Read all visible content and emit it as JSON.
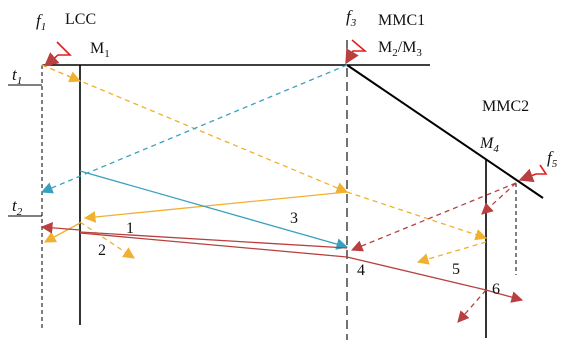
{
  "labels": {
    "lcc": "LCC",
    "mmc1": "MMC1",
    "mmc2": "MMC2",
    "m1_main": "M",
    "m1_sub": "1",
    "m23": "M",
    "m23_sub_a": "2",
    "m23_sep": "/M",
    "m23_sub_b": "3",
    "m4_main": "M",
    "m4_sub": "4",
    "f1_main": "f",
    "f1_sub": "1",
    "f3_main": "f",
    "f3_sub": "3",
    "f5_main": "f",
    "f5_sub": "5",
    "t1_main": "t",
    "t1_sub": "1",
    "t2_main": "t",
    "t2_sub": "2",
    "n1": "1",
    "n2": "2",
    "n3": "3",
    "n4": "4",
    "n5": "5",
    "n6": "6"
  },
  "colors": {
    "line": "#000000",
    "fault": "#e02020",
    "orange": "#f0b030",
    "blue": "#3aa0c0",
    "red": "#b84040"
  }
}
